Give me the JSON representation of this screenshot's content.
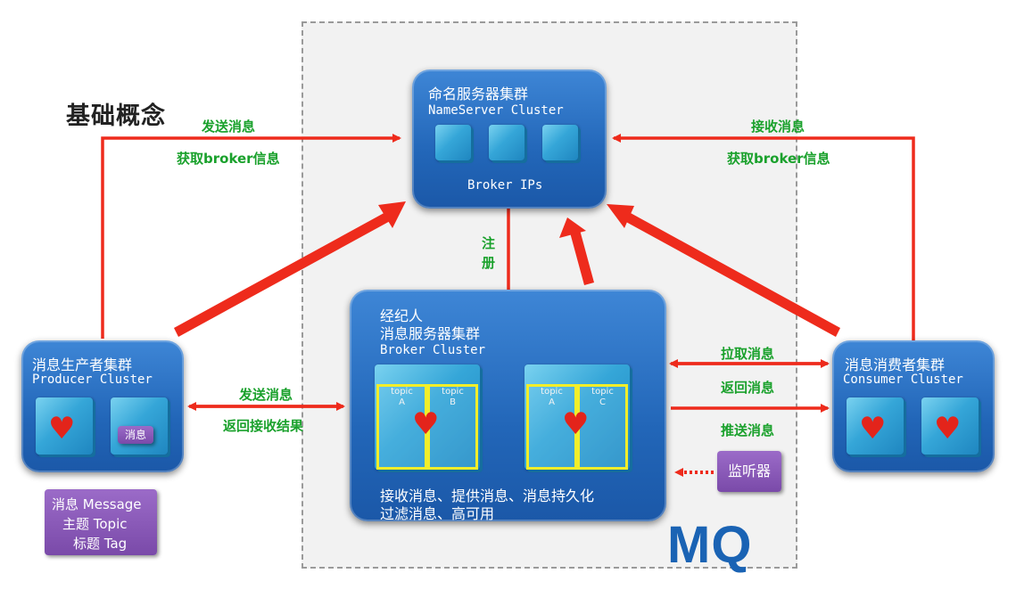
{
  "title": "基础概念",
  "mq_logo": "MQ",
  "nameserver": {
    "line1": "命名服务器集群",
    "line2": "NameServer Cluster",
    "line3": "Broker IPs"
  },
  "broker": {
    "line1": "经纪人",
    "line2": "消息服务器集群",
    "line3": "Broker   Cluster",
    "topics": [
      {
        "title": "topic",
        "name": "A"
      },
      {
        "title": "topic",
        "name": "B"
      },
      {
        "title": "topic",
        "name": "A"
      },
      {
        "title": "topic",
        "name": "C"
      }
    ],
    "functions1": "接收消息、提供消息、消息持久化",
    "functions2": "过滤消息、高可用"
  },
  "producer": {
    "line1": "消息生产者集群",
    "line2": "Producer Cluster",
    "badge": "消息"
  },
  "consumer": {
    "line1": "消息消费者集群",
    "line2": "Consumer Cluster"
  },
  "listener": "监听器",
  "legend": {
    "line1": "消息 Message",
    "line2": "主题 Topic",
    "line3": "标题 Tag"
  },
  "labels": {
    "producer_send_ns": "发送消息",
    "producer_get_broker": "获取broker信息",
    "consumer_recv_ns": "接收消息",
    "consumer_get_broker": "获取broker信息",
    "register": "注",
    "register2": "册",
    "send_msg": "发送消息",
    "return_result": "返回接收结果",
    "pull_msg": "拉取消息",
    "return_msg": "返回消息",
    "push_msg": "推送消息"
  },
  "colors": {
    "arrow": "#ee2b1c",
    "label_green": "#1aa12c",
    "box_blue": "#2266b8",
    "topic_border": "#f2ee2a",
    "mq_blue": "#1a63b4"
  }
}
